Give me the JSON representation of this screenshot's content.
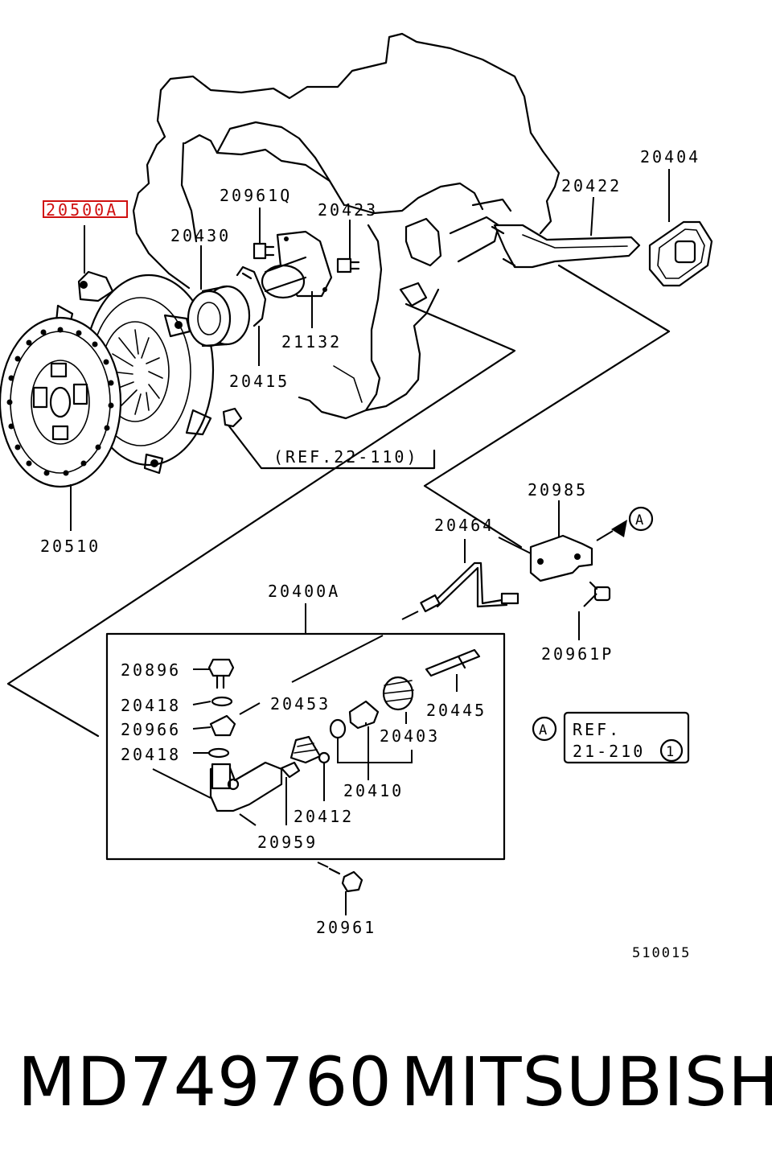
{
  "labels": {
    "p20500A": "20500A",
    "p20510": "20510",
    "p20430": "20430",
    "p20961Q": "20961Q",
    "p20423": "20423",
    "p20422": "20422",
    "p20404": "20404",
    "p21132": "21132",
    "p20415": "20415",
    "ref22_110": "(REF.22-110)",
    "p20985": "20985",
    "p20464": "20464",
    "p20400A": "20400A",
    "p20961P": "20961P",
    "p20896": "20896",
    "p20418a": "20418",
    "p20966": "20966",
    "p20418b": "20418",
    "p20453": "20453",
    "p20445": "20445",
    "p20403": "20403",
    "p20410": "20410",
    "p20412": "20412",
    "p20959": "20959",
    "p20961": "20961",
    "refA_circle": "A",
    "refA_marker": "A",
    "refBox_line1": "REF.",
    "refBox_line2": "21-210",
    "refBox_circle": "1",
    "diagram_code": "510015"
  },
  "highlighted_part": "20500A",
  "highlight_color": "#d01010",
  "footer": {
    "part_number": "MD749760",
    "brand": "MITSUBISHI"
  }
}
